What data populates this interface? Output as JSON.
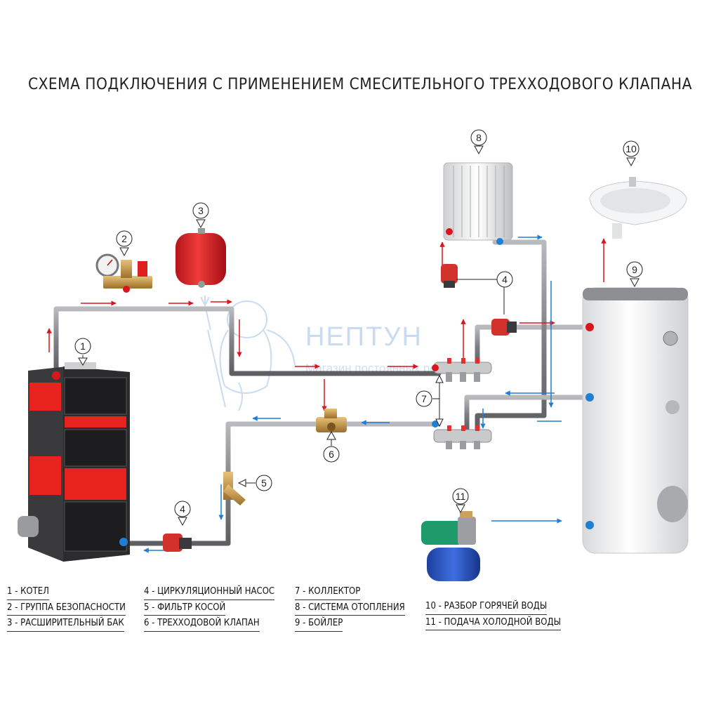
{
  "title": "СХЕМА ПОДКЛЮЧЕНИЯ С ПРИМЕНЕНИЕМ СМЕСИТЕЛЬНОГО ТРЕХХОДОВОГО КЛАПАНА",
  "watermark": {
    "name": "НЕПТУН",
    "subtitle": "Магазин постоянных решений"
  },
  "markers": {
    "m1": "1",
    "m2": "2",
    "m3": "3",
    "m4a": "4",
    "m4b": "4",
    "m5": "5",
    "m6": "6",
    "m7": "7",
    "m8": "8",
    "m9": "9",
    "m10": "10",
    "m11": "11"
  },
  "legend": {
    "col1": [
      "1 -  КОТЕЛ",
      "2 - ГРУППА БЕЗОПАСНОСТИ",
      "3 -  РАСШИРИТЕЛЬНЫЙ БАК"
    ],
    "col2": [
      "4 - ЦИРКУЛЯЦИОННЫЙ НАСОС",
      "5 - ФИЛЬТР КОСОЙ",
      "6 - ТРЕХХОДОВОЙ КЛАПАН"
    ],
    "col3": [
      "7 -  КОЛЛЕКТОР",
      "8 -  СИСТЕМА ОТОПЛЕНИЯ",
      "9 -  БОЙЛЕР"
    ],
    "col4": [
      "10 - РАЗБОР ГОРЯЧЕЙ ВОДЫ",
      "11 - ПОДАЧА  ХОЛОДНОЙ ВОДЫ"
    ]
  },
  "colors": {
    "pipe": "#8a8b8e",
    "hot": "#d9161e",
    "cold": "#1f7fd4",
    "boiler_red": "#e8221d",
    "pump_red": "#d3312b"
  }
}
